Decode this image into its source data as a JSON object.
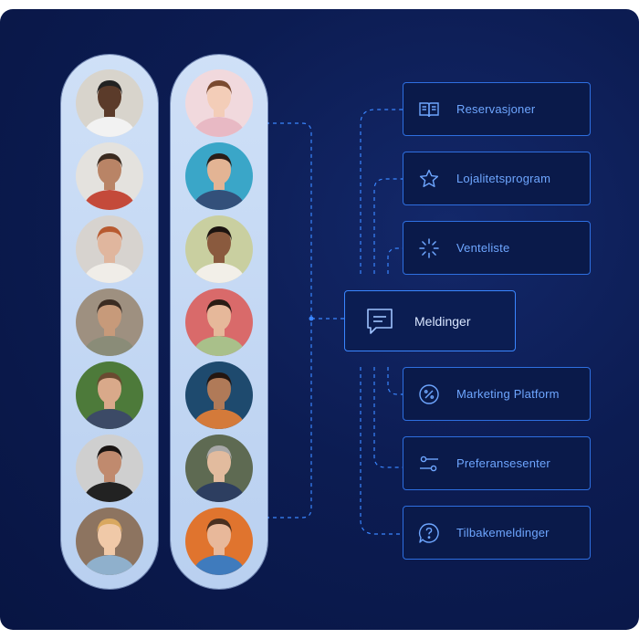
{
  "hub": {
    "label": "Meldinger",
    "icon": "message-icon"
  },
  "services": [
    {
      "label": "Reservasjoner",
      "icon": "book-icon"
    },
    {
      "label": "Lojalitetsprogram",
      "icon": "star-icon"
    },
    {
      "label": "Venteliste",
      "icon": "loading-icon"
    },
    {
      "label": "Marketing Platform",
      "icon": "percent-icon"
    },
    {
      "label": "Preferansesenter",
      "icon": "sliders-icon"
    },
    {
      "label": "Tilbakemeldinger",
      "icon": "help-bubble-icon"
    }
  ],
  "people_columns": [
    {
      "count": 7
    },
    {
      "count": 7
    }
  ],
  "colors": {
    "background": "#0c1c52",
    "accent": "#3a86ff",
    "card_text": "#6ea6ff",
    "column_fill": "#c4d8f4"
  }
}
